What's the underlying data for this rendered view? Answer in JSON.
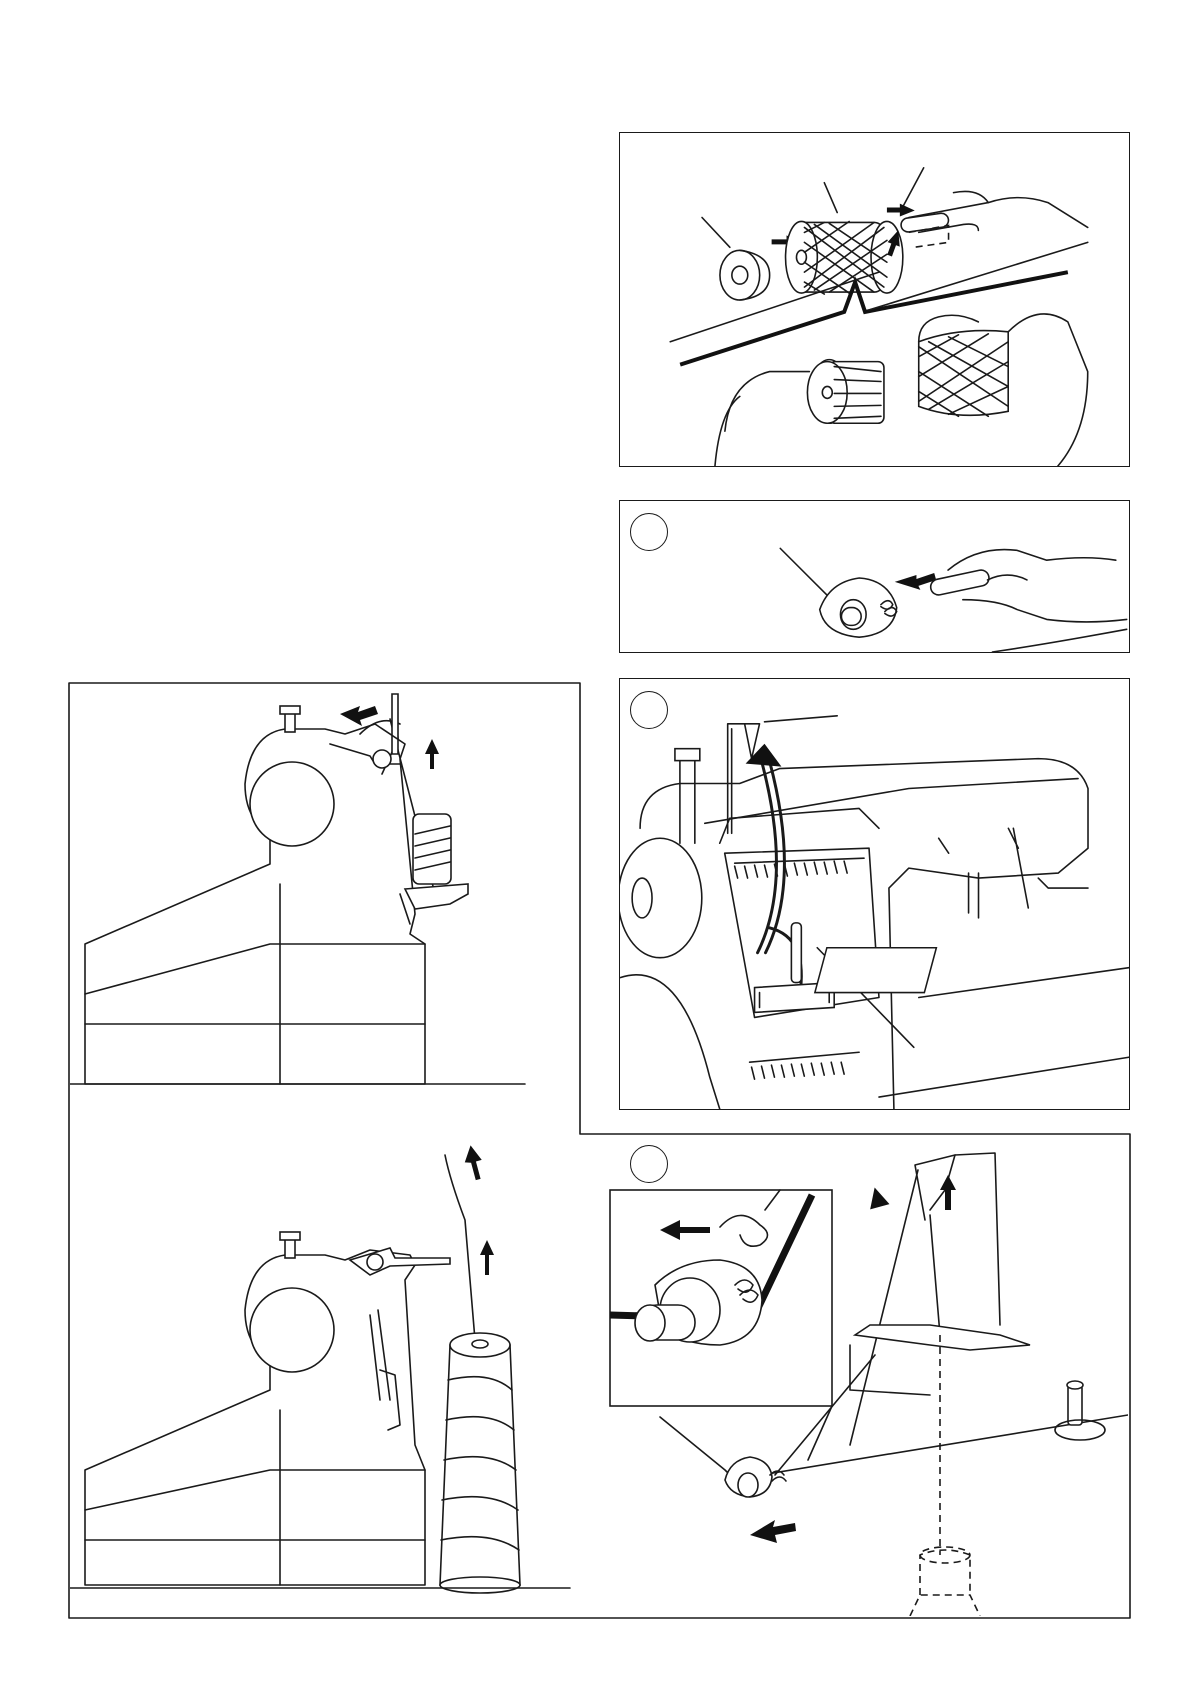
{
  "page": {
    "background": "#ffffff",
    "line_color": "#1a1a1a"
  },
  "figures": {
    "spool_cap_net": {
      "callouts": 3
    },
    "step_1": {
      "marker": "",
      "callouts": 1
    },
    "step_2": {
      "marker": "",
      "callouts": 2
    },
    "step_3": {
      "marker": "",
      "callouts": 0
    },
    "machine_side_small_spool": {},
    "machine_side_cone": {}
  }
}
